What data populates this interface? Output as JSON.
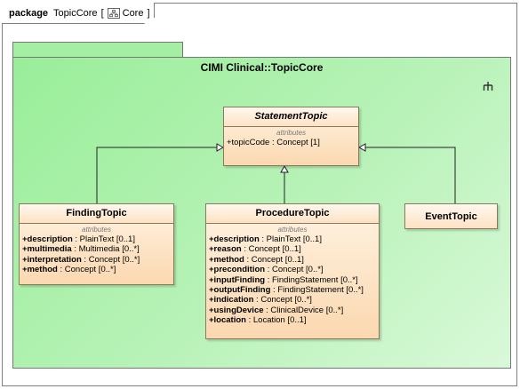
{
  "frame": {
    "keyword": "package",
    "name": "TopicCore",
    "bracket_open": "[",
    "diagram": "Core",
    "bracket_close": "]"
  },
  "package": {
    "title": "CIMI Clinical::TopicCore"
  },
  "classes": {
    "statement_topic": {
      "name": "StatementTopic",
      "compartment": "attributes",
      "attrs": [
        {
          "name": "+topicCode",
          "type": " : Concept [1]"
        }
      ]
    },
    "finding_topic": {
      "name": "FindingTopic",
      "compartment": "attributes",
      "attrs": [
        {
          "name": "+description",
          "type": " : PlainText [0..1]"
        },
        {
          "name": "+multimedia",
          "type": " : Multimedia [0..*]"
        },
        {
          "name": "+interpretation",
          "type": " : Concept [0..*]"
        },
        {
          "name": "+method",
          "type": " : Concept [0..*]"
        }
      ]
    },
    "procedure_topic": {
      "name": "ProcedureTopic",
      "compartment": "attributes",
      "attrs": [
        {
          "name": "+description",
          "type": " : PlainText [0..1]"
        },
        {
          "name": "+reason",
          "type": " : Concept [0..1]"
        },
        {
          "name": "+method",
          "type": " : Concept [0..1]"
        },
        {
          "name": "+precondition",
          "type": " : Concept [0..*]"
        },
        {
          "name": "+inputFinding",
          "type": " : FindingStatement [0..*]"
        },
        {
          "name": "+outputFinding",
          "type": " : FindingStatement [0..*]"
        },
        {
          "name": "+indication",
          "type": " : Concept [0..*]"
        },
        {
          "name": "+usingDevice",
          "type": " : ClinicalDevice [0..*]"
        },
        {
          "name": "+location",
          "type": " : Location [0..1]"
        }
      ]
    },
    "event_topic": {
      "name": "EventTopic"
    }
  }
}
